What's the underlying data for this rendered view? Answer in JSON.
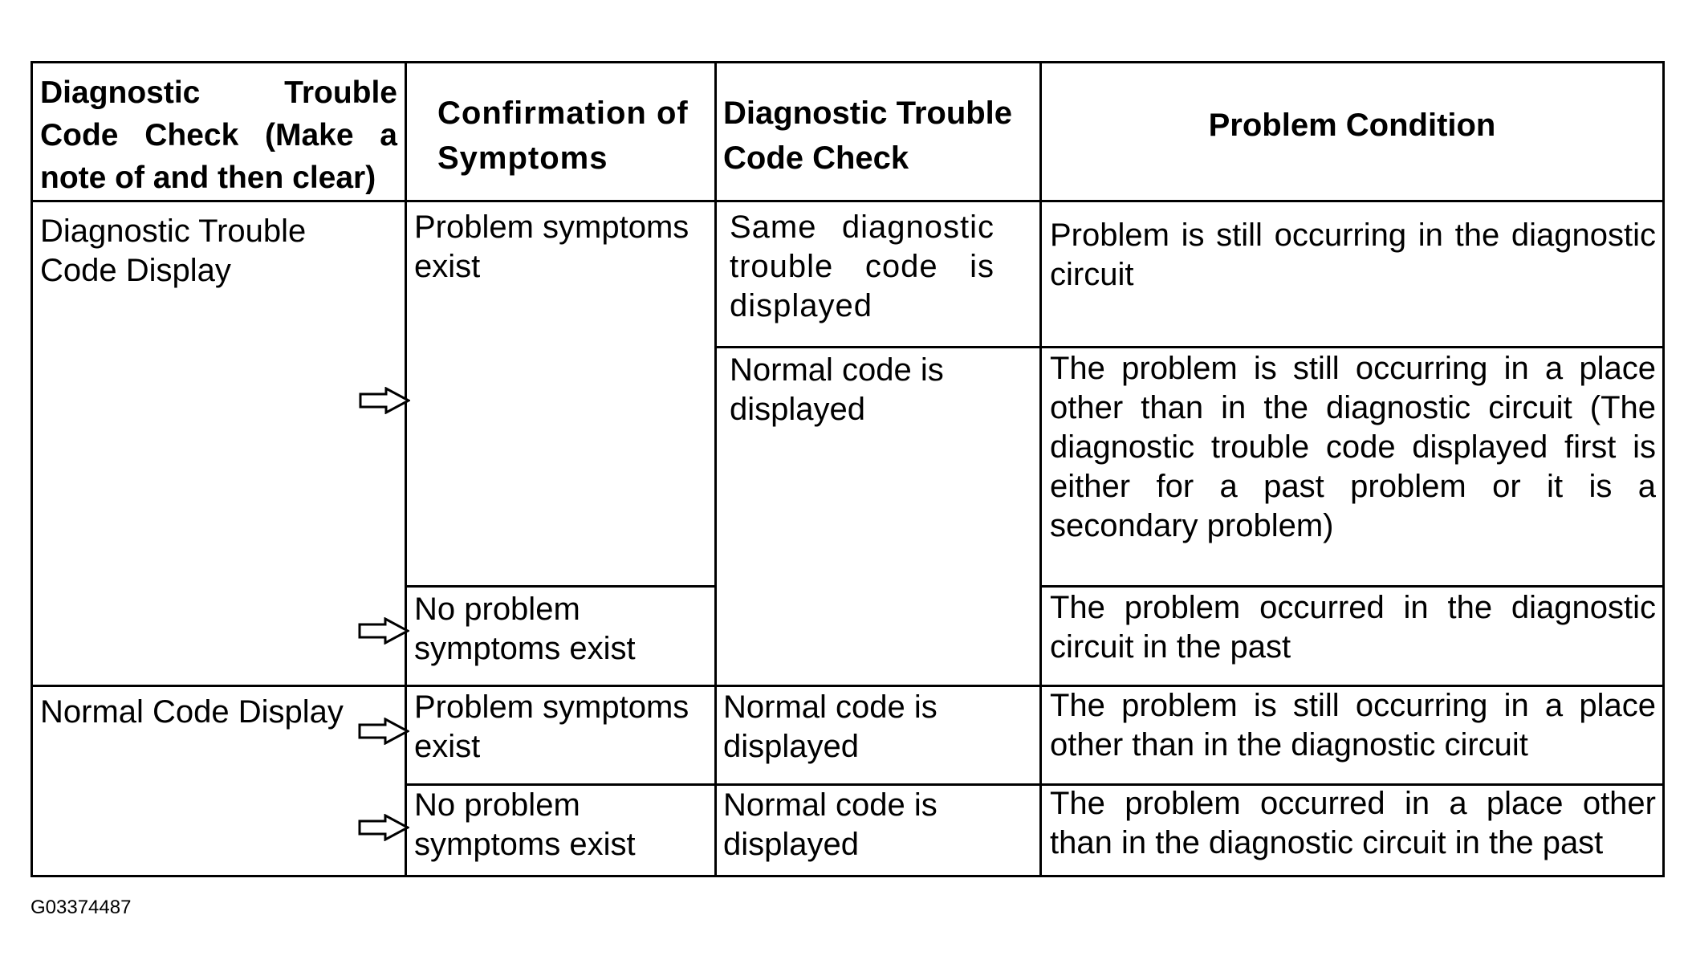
{
  "headers": {
    "col1": "Diagnostic Trouble Code Check (Make a note of and then clear)",
    "col2": "Confirmation of Symptoms",
    "col3": "Diagnostic Trouble Code Check",
    "col4": "Problem Condition"
  },
  "rows": {
    "dtc_display": "Diagnostic Trouble Code Display",
    "normal_display": "Normal Code Display",
    "symptoms_exist": "Problem symptoms exist",
    "no_symptoms": "No problem symptoms exist",
    "same_dtc": "Same diagnostic trouble code is displayed",
    "normal_code": "Normal code is displayed",
    "cond1": "Problem is still occurring in the diagnostic circuit",
    "cond2": "The problem is still occurring in a place other than in the diagnostic circuit (The diagnostic trouble code displayed first is either for a past problem or it is a secondary problem)",
    "cond3": "The problem occurred in the diagnostic circuit in the past",
    "cond4": "The problem is still occurring in a place other than in the diagnostic circuit",
    "cond5": "The problem occurred in a place other than in the diagnostic circuit in the past"
  },
  "figure_id": "G03374487"
}
